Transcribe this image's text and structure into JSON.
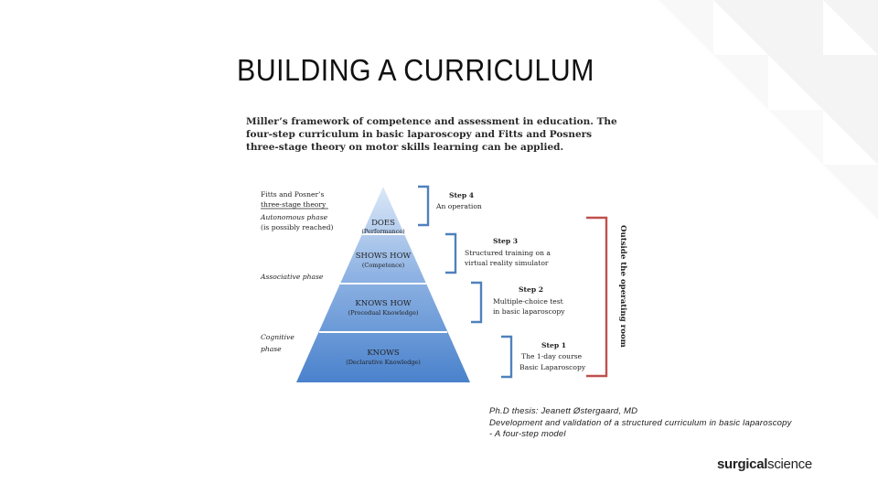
{
  "slide": {
    "title": "BUILDING A CURRICULUM"
  },
  "figure": {
    "caption": "Miller’s framework of competence and assessment in education. The four-step curriculum in basic laparoscopy and Fitts and Posners three-stage theory on motor skills learning can be applied.",
    "theory_heading_1": "Fitts and Posner’s",
    "theory_heading_2": "three-stage theory",
    "phases": {
      "autonomous_1": "Autonomous phase",
      "autonomous_2": "(is possibly reached)",
      "associative": "Associative phase",
      "cognitive_1": "Cognitive",
      "cognitive_2": "phase"
    },
    "pyramid": [
      {
        "label": "DOES",
        "sub": "(Performance)"
      },
      {
        "label": "SHOWS HOW",
        "sub": "(Competence)"
      },
      {
        "label": "KNOWS HOW",
        "sub": "(Procedual Knowledge)"
      },
      {
        "label": "KNOWS",
        "sub": "(Declarative Knowledge)"
      }
    ],
    "steps": [
      {
        "name": "Step 4",
        "line1": "An operation",
        "line2": ""
      },
      {
        "name": "Step 3",
        "line1": "Structured training on a",
        "line2": "virtual reality simulator"
      },
      {
        "name": "Step 2",
        "line1": "Multiple-choice test",
        "line2": "in basic laparoscopy"
      },
      {
        "name": "Step 1",
        "line1": "The 1-day course",
        "line2": "Basic Laparoscopy"
      }
    ],
    "outside_label": "Outside the operating room",
    "colors": {
      "pyramid_top": "#dbe8f8",
      "pyramid_bottom": "#4a82cc",
      "bracket_blue": "#4f81bd",
      "bracket_red": "#c0504d"
    }
  },
  "citation": {
    "line1": "Ph.D thesis: Jeanett Østergaard, MD",
    "line2": "Development and validation of a structured curriculum in basic laparoscopy",
    "line3": "- A four-step model"
  },
  "logo": {
    "part1": "surgical",
    "part2": "science"
  }
}
